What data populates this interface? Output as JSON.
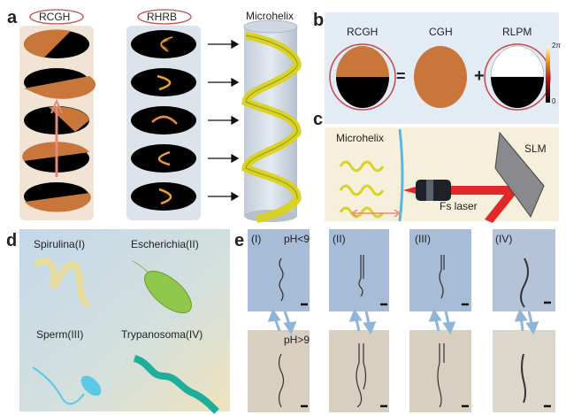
{
  "panels": {
    "a": {
      "label": "a",
      "left_title": "RCGH",
      "mid_title": "RHRB",
      "right_title": "Microhelix"
    },
    "b": {
      "label": "b",
      "terms": [
        "RCGH",
        "CGH",
        "RLPM"
      ],
      "equals": "=",
      "plus": "+",
      "colorbar_max": "2π",
      "colorbar_min": "0"
    },
    "c": {
      "label": "c",
      "structure": "Microhelix",
      "device": "SLM",
      "source": "Fs laser"
    },
    "d": {
      "label": "d",
      "organisms": [
        "Spirulina(I)",
        "Escherichia(II)",
        "Sperm(III)",
        "Trypanosoma(IV)"
      ]
    },
    "e": {
      "label": "e",
      "columns": [
        "(I)",
        "(II)",
        "(III)",
        "(IV)"
      ],
      "condition_top": "pH<9",
      "condition_bottom": "pH>9"
    }
  },
  "colors": {
    "hologram": "#c8763a",
    "helix": "#d9d21e",
    "laser": "#e0282a",
    "ring": "#c8474a",
    "panel_a_left": "#f2e4d5",
    "panel_a_mid": "#dde3ea",
    "panel_b": "#e3ecf5",
    "panel_c": "#f6efdc",
    "top_micrograph": "#a7bcd6",
    "bottom_micrograph": "#d8cfc1"
  }
}
